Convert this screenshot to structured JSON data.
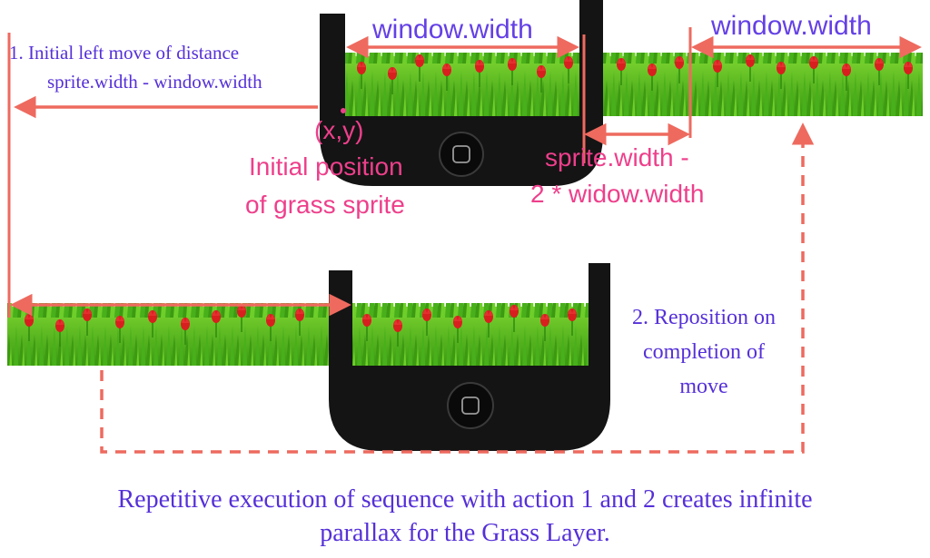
{
  "labels": {
    "window_width_top": "window.width",
    "window_width_right": "window.width",
    "step1_line1": "1. Initial left move of distance",
    "step1_line2": "sprite.width - window.width",
    "xy": "(x,y)",
    "initial_line1": "Initial position",
    "initial_line2": "of grass sprite",
    "sprite_width_line1": "sprite.width -",
    "sprite_width_line2": "2 * widow.width",
    "step2_line1": "2. Reposition on",
    "step2_line2": "completion of",
    "step2_line3": "move",
    "caption_line1": "Repetitive execution of sequence with action 1 and 2 creates infinite",
    "caption_line2": "parallax for the Grass Layer."
  },
  "colors": {
    "arrow": "#ee6a5f",
    "label_blue": "#6440e6",
    "label_pink": "#ee3f8b",
    "caption": "#5530d8",
    "grass": "#4fb41c",
    "grass_dark": "#2f8a0e",
    "tulip": "#d81f1f",
    "phone": "#141414"
  },
  "icons": {
    "phone": "phone-bottom-icon",
    "home_button": "home-button-icon",
    "grass": "grass-strip-icon",
    "tulip": "tulip-icon"
  }
}
